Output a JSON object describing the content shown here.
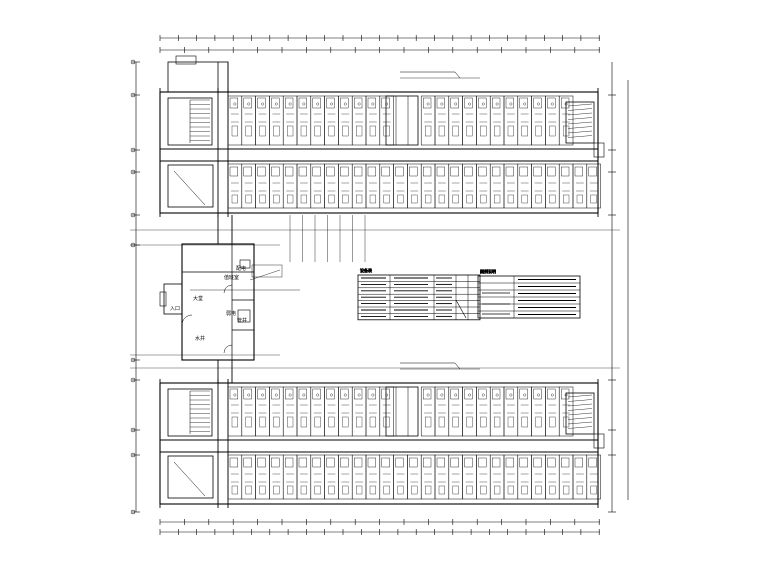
{
  "drawing": {
    "line_color": "#000000",
    "background": "#ffffff",
    "tiny_text_color": "#555555"
  },
  "labels": {
    "lobby": "大堂",
    "front_desk": "值班室",
    "room_a": "配电",
    "room_b": "弱电",
    "room_c": "水井",
    "room_d": "管井",
    "exit": "入口"
  },
  "legend_tables": {
    "left_title": "设备表",
    "right_title": "图例说明"
  }
}
